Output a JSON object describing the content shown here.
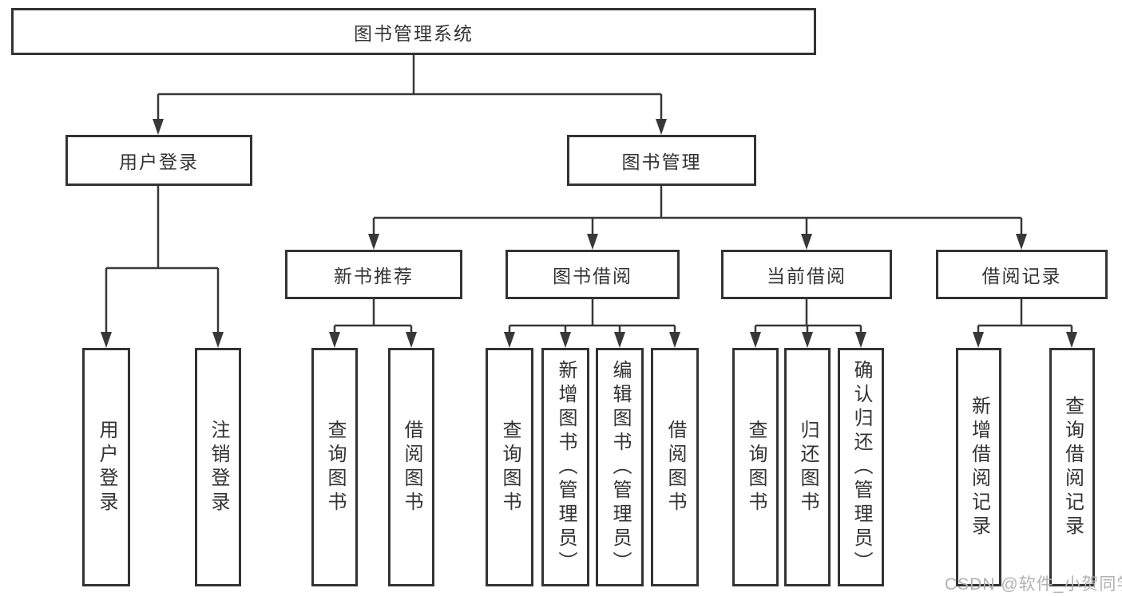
{
  "diagram": {
    "title": "图书管理系统",
    "root": {
      "label": "图书管理系统"
    },
    "branches": [
      {
        "label": "用户登录",
        "children": [
          {
            "label": "用户登录"
          },
          {
            "label": "注销登录"
          }
        ]
      },
      {
        "label": "图书管理",
        "sections": [
          {
            "label": "新书推荐",
            "children": [
              {
                "label": "查询图书"
              },
              {
                "label": "借阅图书"
              }
            ]
          },
          {
            "label": "图书借阅",
            "children": [
              {
                "label": "查询图书"
              },
              {
                "label": "新增图书（管理员）"
              },
              {
                "label": "编辑图书（管理员）"
              },
              {
                "label": "借阅图书"
              }
            ]
          },
          {
            "label": "当前借阅",
            "children": [
              {
                "label": "查询图书"
              },
              {
                "label": "归还图书"
              },
              {
                "label": "确认归还（管理员）"
              }
            ]
          },
          {
            "label": "借阅记录",
            "children": [
              {
                "label": "新增借阅记录"
              },
              {
                "label": "查询借阅记录"
              }
            ]
          }
        ]
      }
    ]
  },
  "watermark": {
    "text": "CSDN @软件_小贺同学"
  },
  "colors": {
    "line": "#383838",
    "border": "#333333",
    "text": "#333333",
    "watermark": "#b3b1b3",
    "background": "#ffffff"
  }
}
